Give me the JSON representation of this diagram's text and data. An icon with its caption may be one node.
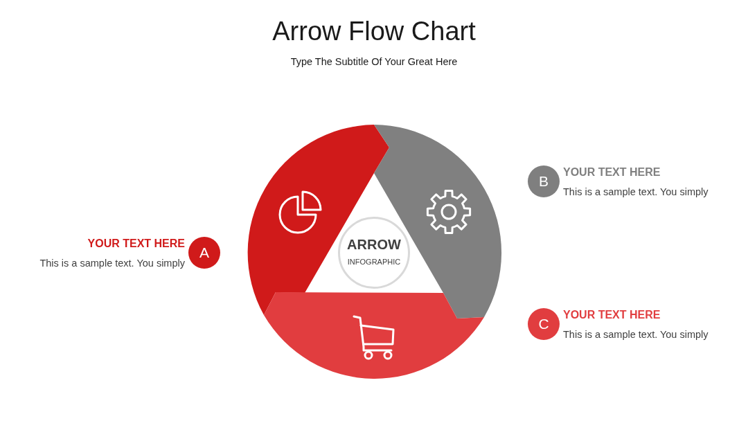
{
  "diagram": {
    "title": "Arrow Flow Chart",
    "nodes": [
      {
        "text": [
          "ARROW",
          "INFOGRAPHIC"
        ]
      },
      {
        "text": [
          "A"
        ],
        "beside": [
          "YOUR TEXT HERE",
          "This is a sample text. You simply"
        ]
      },
      {
        "text": [
          "B"
        ],
        "beside": [
          "YOUR TEXT HERE",
          "This is a sample text. You simply"
        ]
      },
      {
        "text": [
          "C"
        ],
        "beside": [
          "YOUR TEXT HERE",
          "This is a sample text. You simply"
        ]
      }
    ],
    "labels": [
      "Type The Subtitle Of Your Great Here"
    ]
  }
}
